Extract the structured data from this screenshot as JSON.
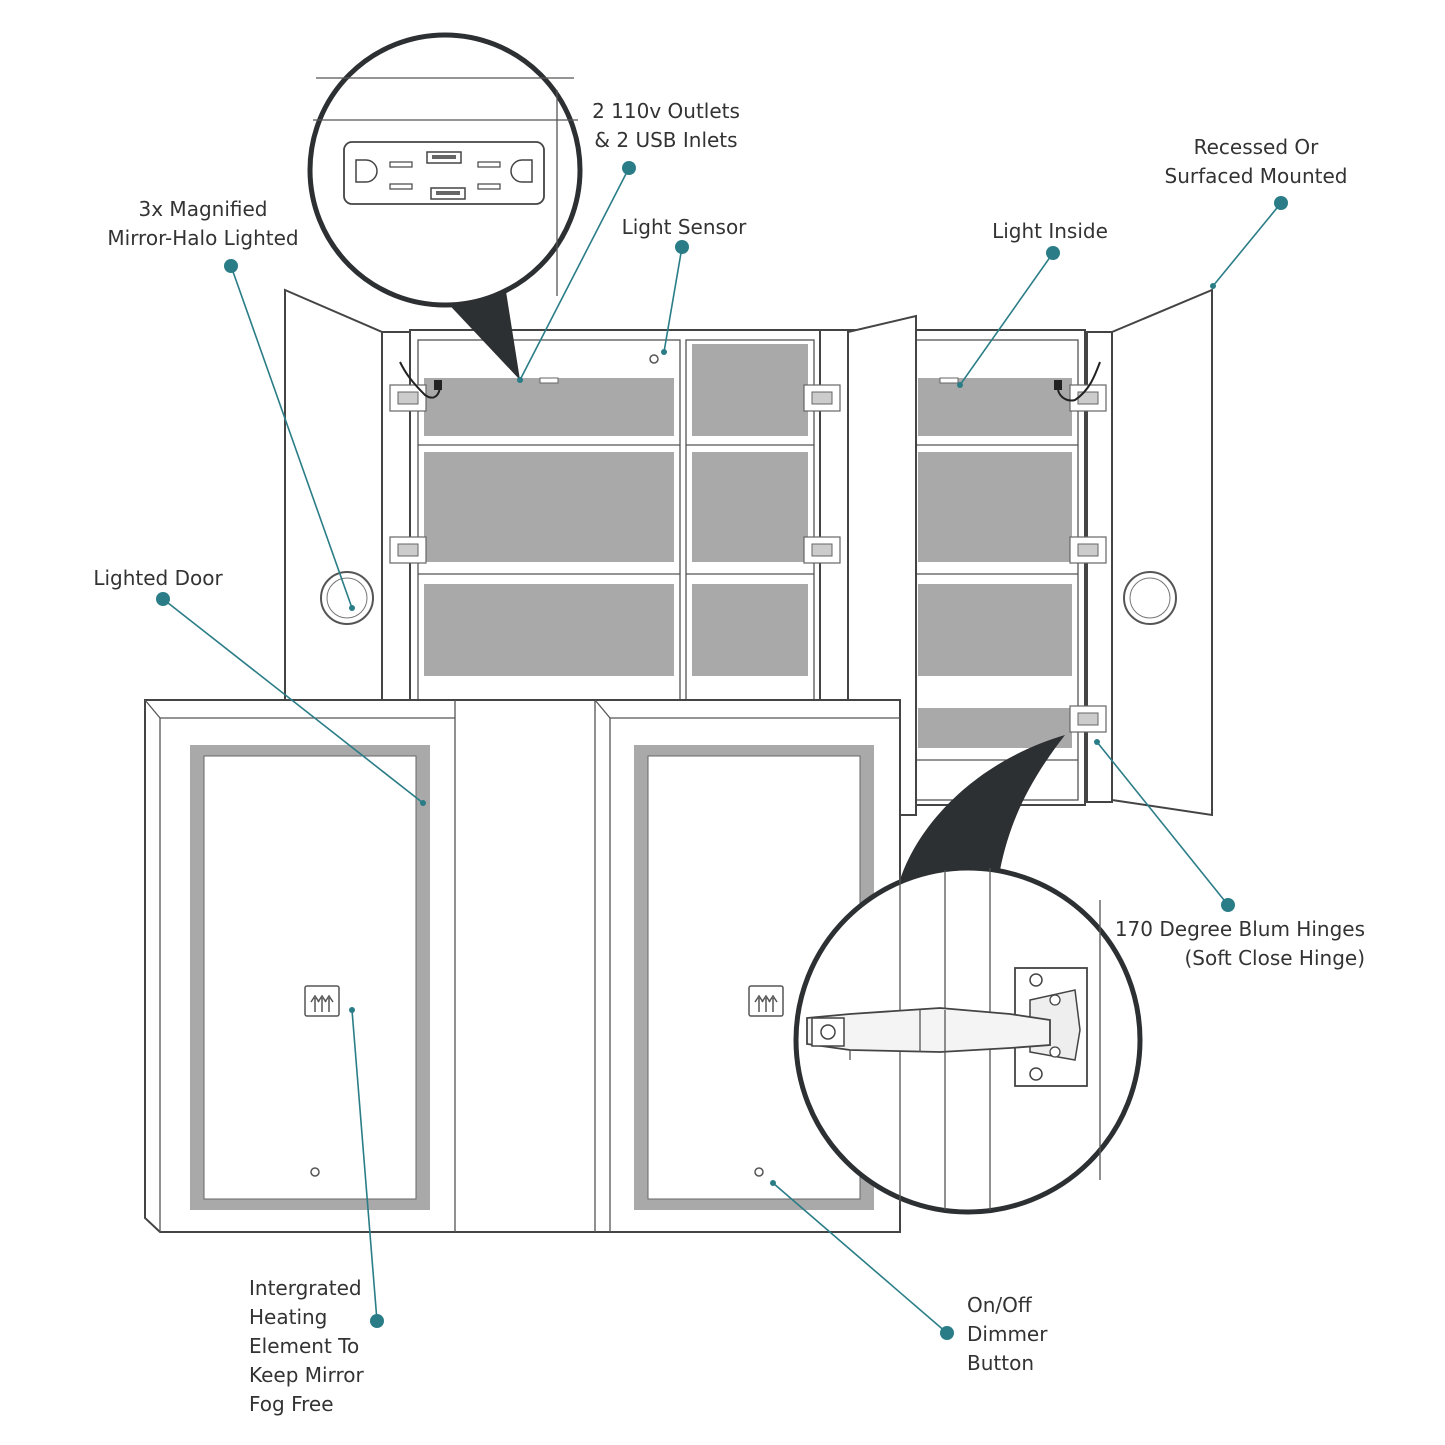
{
  "callouts": [
    {
      "id": "outlets",
      "lines": [
        "2 110v Outlets",
        "& 2 USB Inlets"
      ]
    },
    {
      "id": "recessed",
      "lines": [
        "Recessed Or",
        "Surfaced Mounted"
      ]
    },
    {
      "id": "magnified",
      "lines": [
        "3x Magnified",
        "Mirror-Halo Lighted"
      ]
    },
    {
      "id": "sensor",
      "lines": [
        "Light Sensor"
      ]
    },
    {
      "id": "inside",
      "lines": [
        "Light Inside"
      ]
    },
    {
      "id": "door",
      "lines": [
        "Lighted Door"
      ]
    },
    {
      "id": "hinges",
      "lines": [
        "170 Degree Blum Hinges",
        "(Soft Close Hinge)"
      ]
    },
    {
      "id": "heating",
      "lines": [
        "Intergrated",
        "Heating",
        "Element To",
        "Keep Mirror",
        "Fog Free"
      ]
    },
    {
      "id": "dimmer",
      "lines": [
        "On/Off",
        "Dimmer",
        "Button"
      ]
    }
  ],
  "colors": {
    "accent": "#2a7d87",
    "shelf": "#a9a9a9",
    "outline": "#444444",
    "bubble": "#2c3032"
  },
  "icons": [
    "outlet-icon",
    "usb-port-icon",
    "defog-heat-icon",
    "hinge-icon",
    "round-mirror-icon",
    "dimmer-button-icon"
  ]
}
